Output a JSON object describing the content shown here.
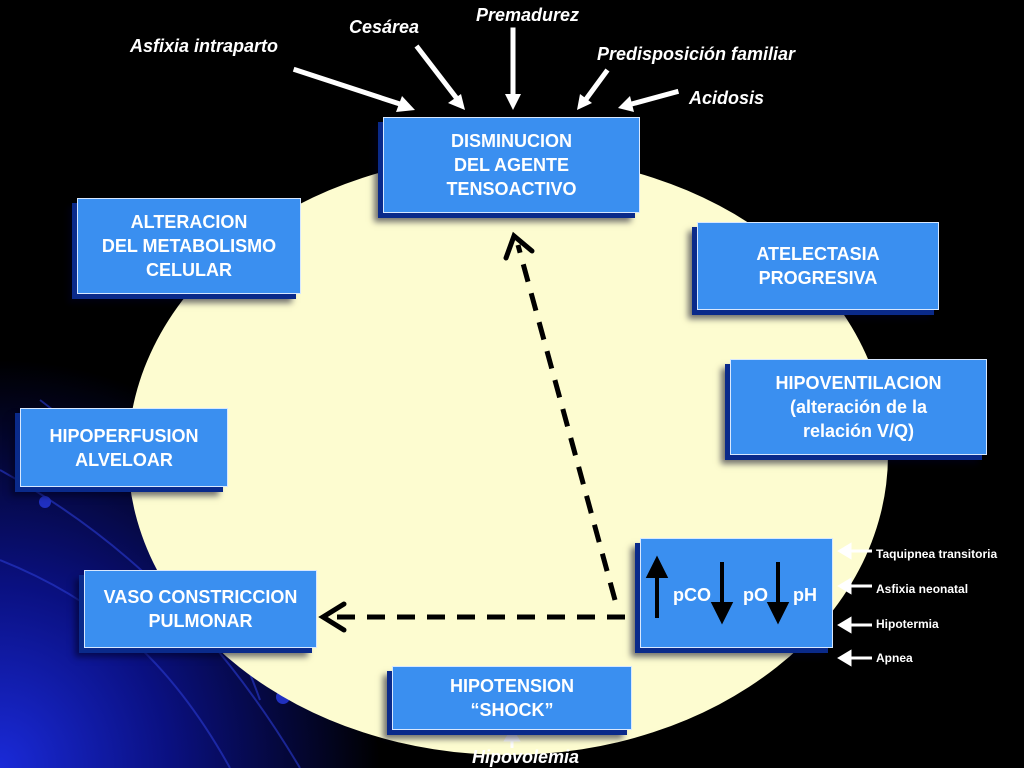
{
  "slide": {
    "top_factors": {
      "premadurez": "Premadurez",
      "cesarea": "Cesárea",
      "asfixia_intraparto": "Asfixia intraparto",
      "predisposicion": "Predisposición familiar",
      "acidosis": "Acidosis"
    },
    "boxes": {
      "disminucion": "DISMINUCION\nDEL AGENTE\nTENSOACTIVO",
      "alteracion": "ALTERACION\nDEL METABOLISMO\nCELULAR",
      "atelectasia": "ATELECTASIA\nPROGRESIVA",
      "hipoventilacion": "HIPOVENTILACION\n(alteración de la\nrelación V/Q)",
      "hipoperfusion": "HIPOPERFUSION\nALVELOAR",
      "vaso": "VASO CONSTRICCION\nPULMONAR",
      "hipotension": "HIPOTENSION\n“SHOCK”"
    },
    "gases": {
      "pco": "pCO",
      "po": "pO",
      "ph": "pH"
    },
    "side_factors": {
      "taquipnea": "Taquipnea transitoria",
      "asfixia_neonatal": "Asfixia neonatal",
      "hipotermia": "Hipotermia",
      "apnea": "Apnea"
    },
    "bottom_factor": "Hipovolemia",
    "colors": {
      "box": "#3a8ff0",
      "ellipse": "#fdfcd0",
      "background": "#000000"
    }
  }
}
